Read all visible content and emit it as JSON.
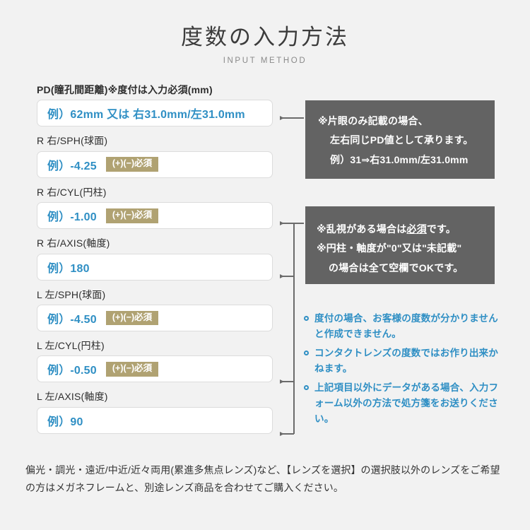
{
  "header": {
    "title_ja": "度数の入力方法",
    "title_en": "INPUT METHOD"
  },
  "form": {
    "fields": [
      {
        "key": "pd",
        "label": "PD(瞳孔間距離)※度付は入力必須(mm)",
        "label_bold": true,
        "placeholder": "例）62mm 又は 右31.0mm/左31.0mm",
        "badge": ""
      },
      {
        "key": "r_sph",
        "label": "R 右/SPH(球面)",
        "label_bold": false,
        "placeholder": "例）-4.25",
        "badge": "(+)(−)必須"
      },
      {
        "key": "r_cyl",
        "label": "R 右/CYL(円柱)",
        "label_bold": false,
        "placeholder": "例）-1.00",
        "badge": "(+)(−)必須"
      },
      {
        "key": "r_axis",
        "label": "R 右/AXIS(軸度)",
        "label_bold": false,
        "placeholder": "例）180",
        "badge": ""
      },
      {
        "key": "l_sph",
        "label": "L 左/SPH(球面)",
        "label_bold": false,
        "placeholder": "例）-4.50",
        "badge": "(+)(−)必須"
      },
      {
        "key": "l_cyl",
        "label": "L 左/CYL(円柱)",
        "label_bold": false,
        "placeholder": "例）-0.50",
        "badge": "(+)(−)必須"
      },
      {
        "key": "l_axis",
        "label": "L 左/AXIS(軸度)",
        "label_bold": false,
        "placeholder": "例）90",
        "badge": ""
      }
    ]
  },
  "callouts": {
    "pd": {
      "line1": "※片眼のみ記載の場合、",
      "line2": "左右同じPD値として承ります。",
      "line3": "例）31⇒右31.0mm/左31.0mm"
    },
    "cyl": {
      "line1_pre": "※乱視がある場合は",
      "line1_underline": "必須",
      "line1_post": "です。",
      "line2": "※円柱・軸度が\"0\"又は\"未記載\"",
      "line3": "の場合は全て空欄でOKです。"
    }
  },
  "notes": [
    "度付の場合、お客様の度数が分かりませんと作成できません。",
    "コンタクトレンズの度数ではお作り出来かねます。",
    "上記項目以外にデータがある場合、入力フォーム以外の方法で処方箋をお送りください。"
  ],
  "footer": {
    "text": "偏光・調光・遠近/中近/近々両用(累進多焦点レンズ)など、【レンズを選択】の選択肢以外のレンズをご希望の方はメガネフレームと、別途レンズ商品を合わせてご購入ください。"
  },
  "colors": {
    "background": "#f2f2f2",
    "accent_blue": "#2f8fc4",
    "badge_khaki": "#b0a272",
    "callout_gray": "#636363",
    "connector_gray": "#6b6b6b",
    "input_border": "#dcdcdc"
  }
}
